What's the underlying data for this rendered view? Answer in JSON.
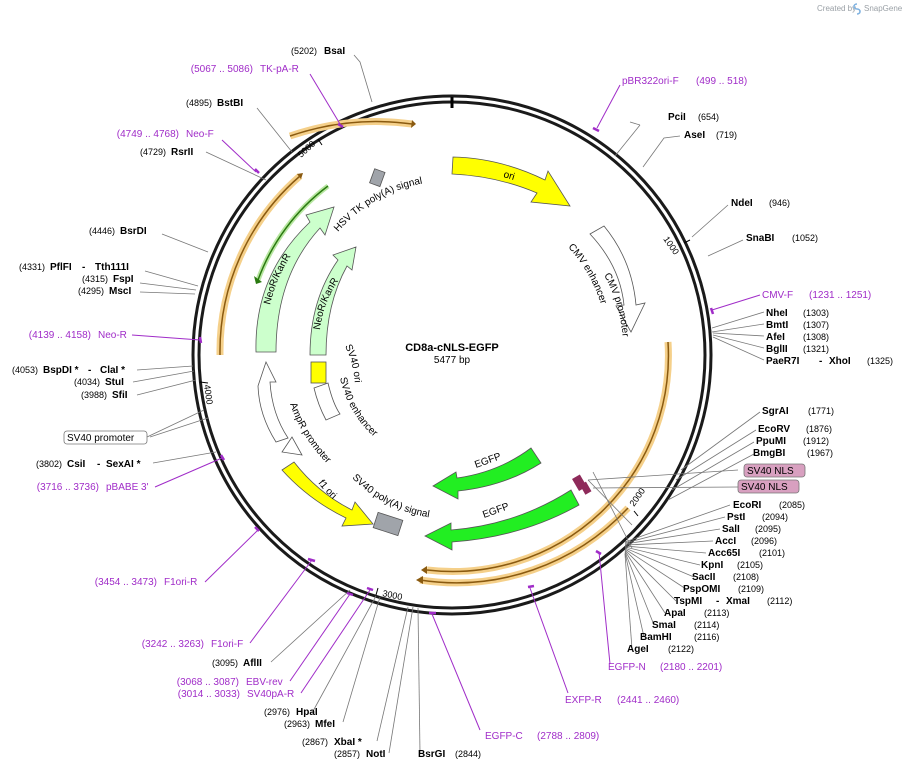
{
  "watermark": {
    "created_by": "Created by",
    "brand": "SnapGene"
  },
  "plasmid": {
    "name": "CD8a-cNLS-EGFP",
    "length": "5477 bp",
    "length_bp": 5477
  },
  "ticks": [
    "1000",
    "2000",
    "3000",
    "4000",
    "5000"
  ],
  "features": [
    {
      "label": "ori"
    },
    {
      "label": "HSV TK poly(A) signal"
    },
    {
      "label": "CMV enhancer"
    },
    {
      "label": "CMV promoter"
    },
    {
      "label": "NeoR/KanR"
    },
    {
      "label": "NeoR/KanR"
    },
    {
      "label": "SV40 ori"
    },
    {
      "label": "SV40 enhancer"
    },
    {
      "label": "AmpR promoter"
    },
    {
      "label": "f1 ori"
    },
    {
      "label": "SV40 poly(A) signal"
    },
    {
      "label": "EGFP"
    },
    {
      "label": "EGFP"
    }
  ],
  "sites": [
    {
      "name": "BsaI",
      "pos": "(5202)"
    },
    {
      "name": "BstBI",
      "pos": "(4895)"
    },
    {
      "name": "RsrII",
      "pos": "(4729)"
    },
    {
      "name": "BsrDI",
      "pos": "(4446)"
    },
    {
      "name": "PflFI",
      "sep": "-",
      "name2": "Tth111I",
      "pos": "(4331)"
    },
    {
      "name": "FspI",
      "pos": "(4315)"
    },
    {
      "name": "MscI",
      "pos": "(4295)"
    },
    {
      "name": "BspDI *",
      "sep": "-",
      "name2": "ClaI *",
      "pos": "(4053)"
    },
    {
      "name": "StuI",
      "pos": "(4034)"
    },
    {
      "name": "SfiI",
      "pos": "(3988)"
    },
    {
      "name": "CsiI",
      "sep": "-",
      "name2": "SexAI *",
      "pos": "(3802)"
    },
    {
      "name": "AflII",
      "pos": "(3095)"
    },
    {
      "name": "HpaI",
      "pos": "(2976)"
    },
    {
      "name": "MfeI",
      "pos": "(2963)"
    },
    {
      "name": "XbaI *",
      "pos": "(2867)"
    },
    {
      "name": "NotI",
      "pos": "(2857)"
    },
    {
      "name": "BsrGI",
      "pos": "(2844)"
    },
    {
      "name": "PciI",
      "pos": "(654)"
    },
    {
      "name": "AseI",
      "pos": "(719)"
    },
    {
      "name": "NdeI",
      "pos": "(946)"
    },
    {
      "name": "SnaBI",
      "pos": "(1052)"
    },
    {
      "name": "NheI",
      "pos": "(1303)"
    },
    {
      "name": "BmtI",
      "pos": "(1307)"
    },
    {
      "name": "AfeI",
      "pos": "(1308)"
    },
    {
      "name": "BglII",
      "pos": "(1321)"
    },
    {
      "name": "PaeR7I",
      "sep": "-",
      "name2": "XhoI",
      "pos": "(1325)"
    },
    {
      "name": "SgrAI",
      "pos": "(1771)"
    },
    {
      "name": "EcoRV",
      "pos": "(1876)"
    },
    {
      "name": "PpuMI",
      "pos": "(1912)"
    },
    {
      "name": "BmgBI",
      "pos": "(1967)"
    },
    {
      "name": "EcoRI",
      "pos": "(2085)"
    },
    {
      "name": "PstI",
      "pos": "(2094)"
    },
    {
      "name": "SalI",
      "pos": "(2095)"
    },
    {
      "name": "AccI",
      "pos": "(2096)"
    },
    {
      "name": "Acc65I",
      "pos": "(2101)"
    },
    {
      "name": "KpnI",
      "pos": "(2105)"
    },
    {
      "name": "SacII",
      "pos": "(2108)"
    },
    {
      "name": "PspOMI",
      "pos": "(2109)"
    },
    {
      "name": "TspMI",
      "sep": "-",
      "name2": "XmaI",
      "pos": "(2112)"
    },
    {
      "name": "ApaI",
      "pos": "(2113)"
    },
    {
      "name": "SmaI",
      "pos": "(2114)"
    },
    {
      "name": "BamHI",
      "pos": "(2116)"
    },
    {
      "name": "AgeI",
      "pos": "(2122)"
    }
  ],
  "primers": [
    {
      "name": "TK-pA-R",
      "range": "(5067 .. 5086)"
    },
    {
      "name": "Neo-F",
      "range": "(4749 .. 4768)"
    },
    {
      "name": "Neo-R",
      "range": "(4139 .. 4158)"
    },
    {
      "name": "pBABE 3'",
      "range": "(3716 .. 3736)"
    },
    {
      "name": "F1ori-R",
      "range": "(3454 .. 3473)"
    },
    {
      "name": "F1ori-F",
      "range": "(3242 .. 3263)"
    },
    {
      "name": "EBV-rev",
      "range": "(3068 .. 3087)"
    },
    {
      "name": "SV40pA-R",
      "range": "(3014 .. 3033)"
    },
    {
      "name": "EGFP-C",
      "range": "(2788 .. 2809)"
    },
    {
      "name": "EXFP-R",
      "range": "(2441 .. 2460)"
    },
    {
      "name": "EGFP-N",
      "range": "(2180 .. 2201)"
    },
    {
      "name": "pBR322ori-F",
      "range": "(499 .. 518)"
    },
    {
      "name": "CMV-F",
      "range": "(1231 .. 1251)"
    }
  ],
  "boxes": [
    {
      "label": "SV40 promoter"
    },
    {
      "label": "SV40 NLS"
    },
    {
      "label": "SV40 NLS"
    }
  ],
  "colors": {
    "backbone": "#1a1a1a",
    "ori": "#ffff00",
    "neo": "#ccffcc",
    "egfp": "#22ee22",
    "orf_glow": "#f5d08a",
    "orf_line": "#8a5a10",
    "primer": "#a02cc8",
    "nls": "#d8a0c0",
    "polyA": "#a0a4aa"
  }
}
